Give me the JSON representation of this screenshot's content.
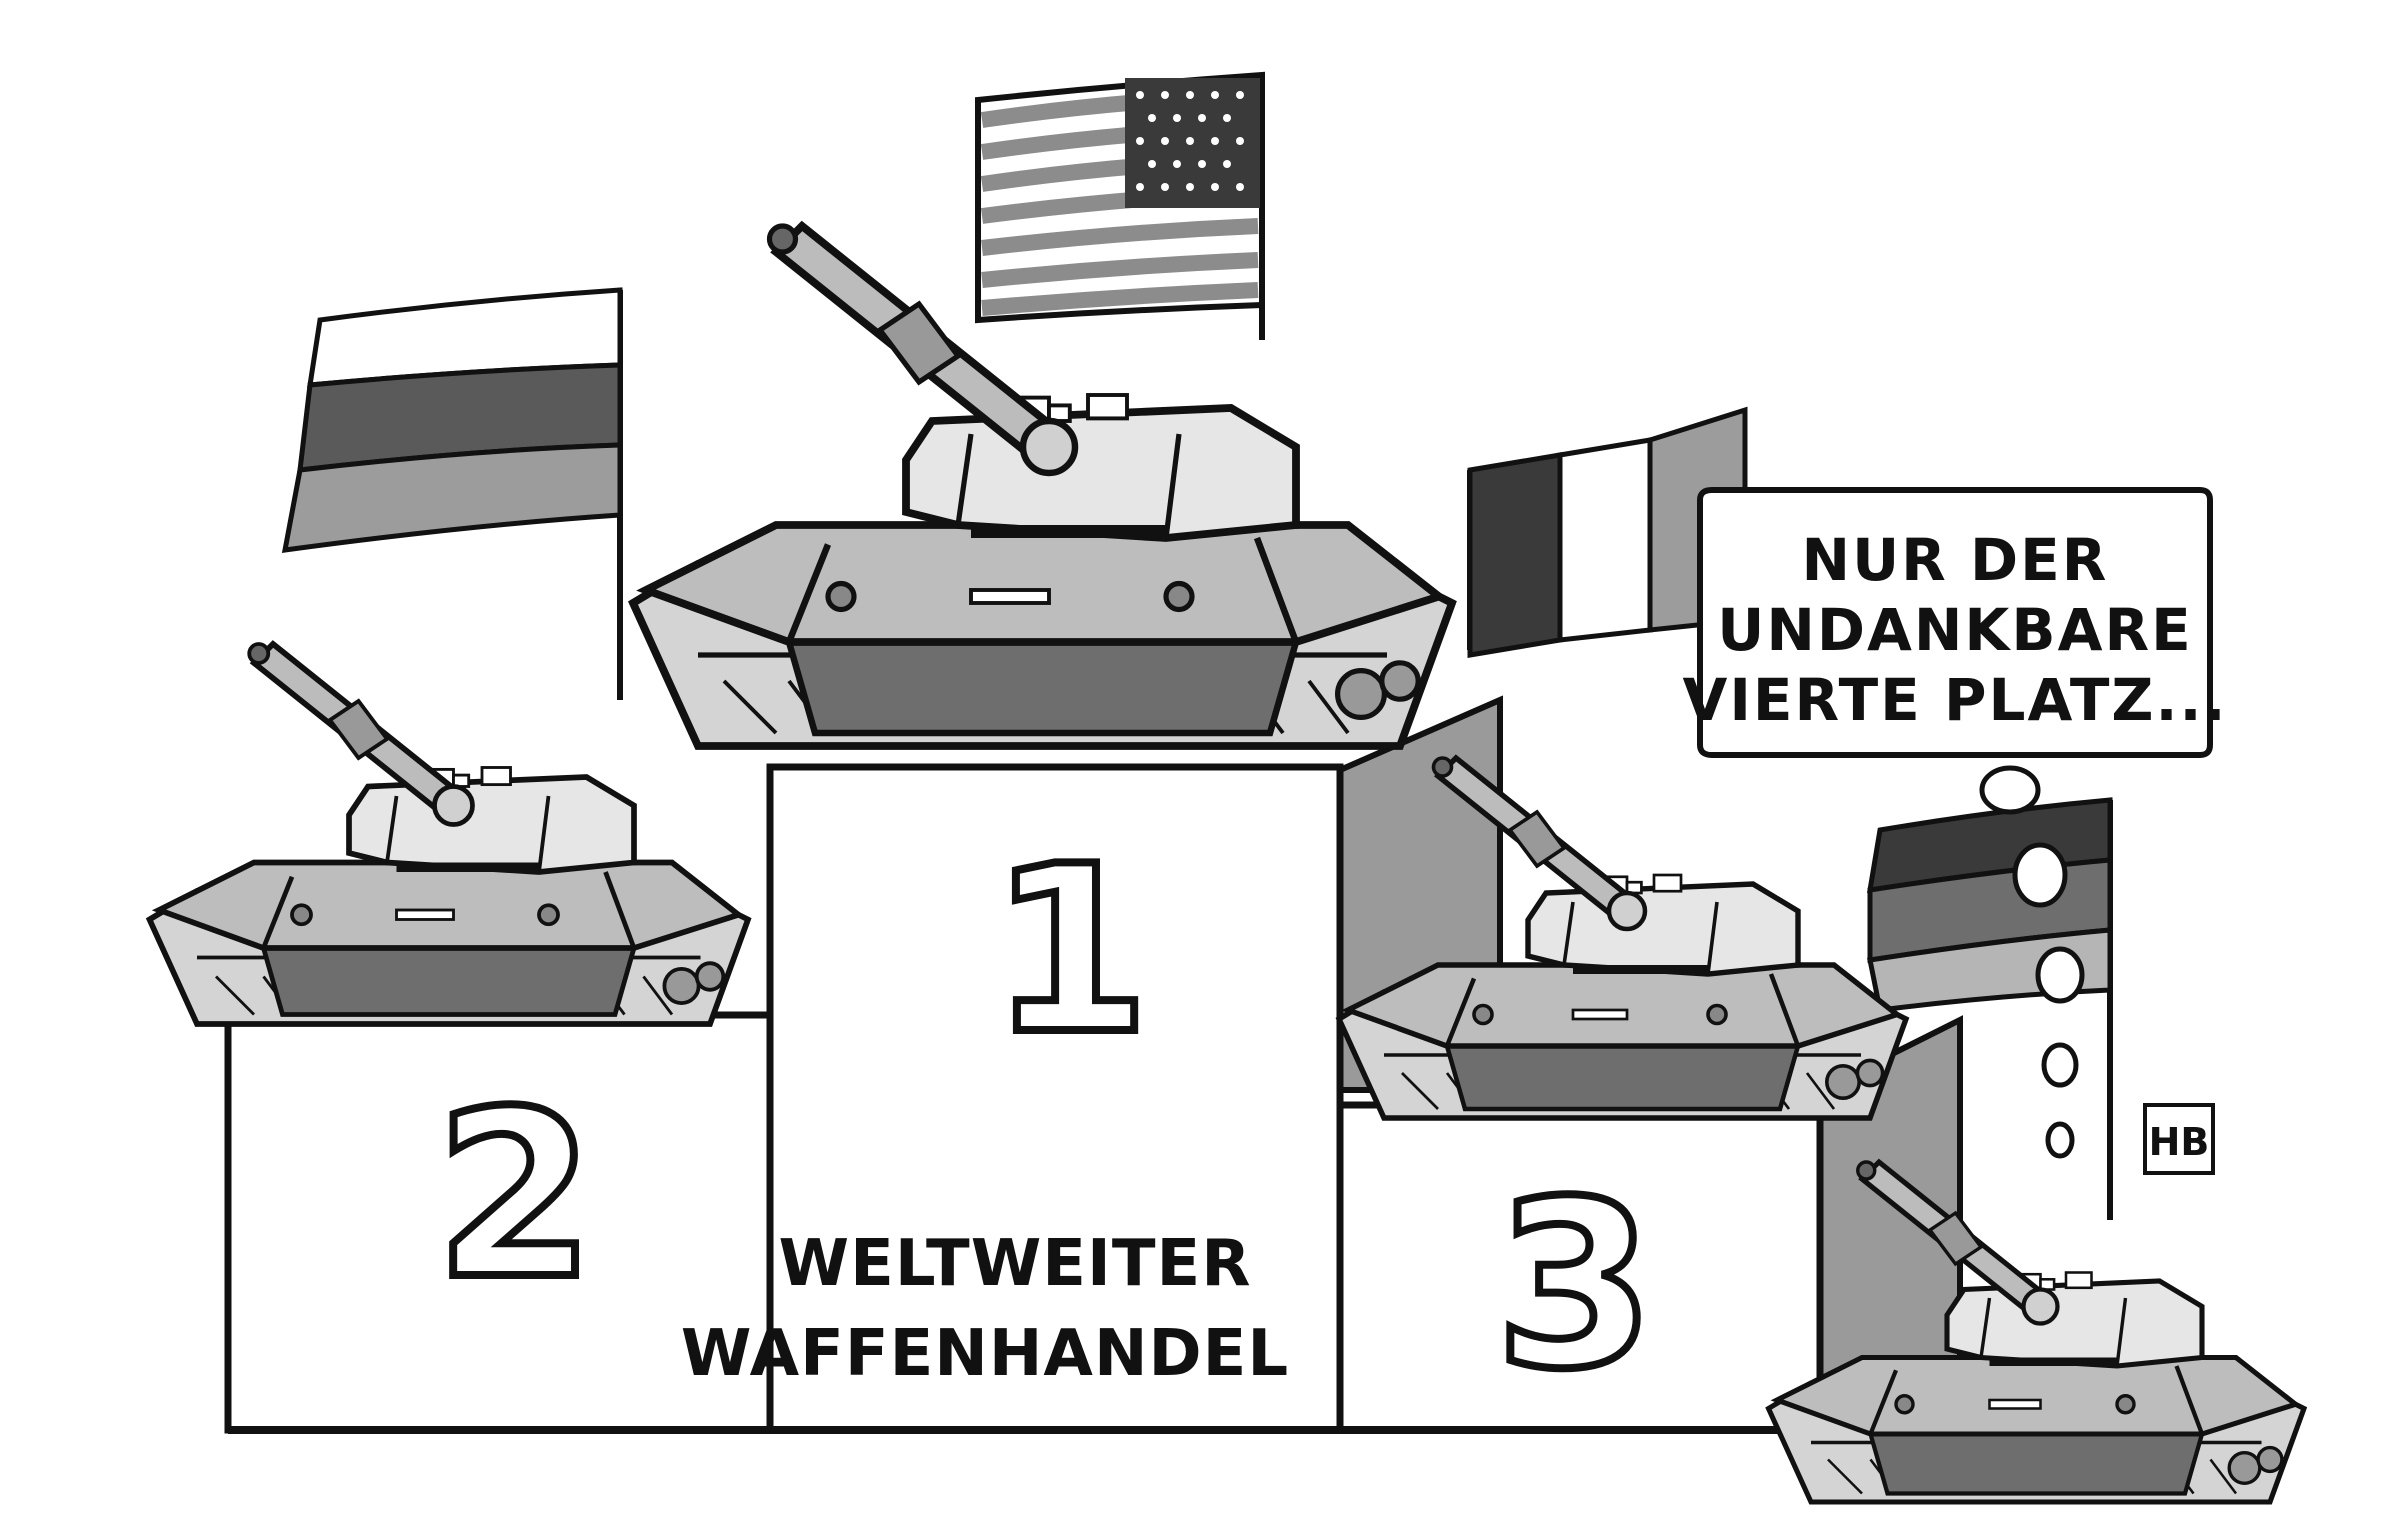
{
  "cartoon": {
    "speech_bubble": {
      "lines": [
        "NUR DER",
        "UNDANKBARE",
        "VIERTE PLATZ..."
      ]
    },
    "podium": {
      "caption_lines": [
        "WELTWEITER",
        "WAFFENHANDEL"
      ],
      "first_place_mark": "1",
      "second_place_mark": "2",
      "third_place_mark": "3"
    },
    "signature": "HB",
    "colors": {
      "ink": "#111111",
      "light_gray": "#d9d9d9",
      "mid_gray": "#a9a9a9",
      "dark_gray": "#6e6e6e",
      "podium_shadow": "#9a9a9a"
    }
  }
}
